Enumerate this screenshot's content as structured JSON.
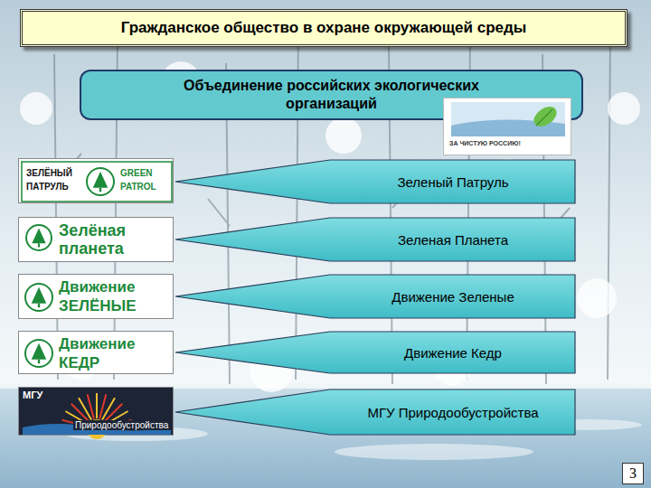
{
  "diagram": {
    "title": "Гражданское общество в охране окружающей среды",
    "nodes": [
      {
        "text": [
          "Объединение российских экологических организаций"
        ]
      },
      {
        "text": [
          "ЗА ЧИСТУЮ РОССИЮ!"
        ]
      },
      {
        "text": [
          "ЗЕЛЁНЫЙ ПАТРУЛЬ",
          "GREEN PATROL"
        ]
      },
      {
        "text": [
          "Зеленый Патруль"
        ]
      },
      {
        "text": [
          "Зелёная планета"
        ]
      },
      {
        "text": [
          "Зеленая Планета"
        ]
      },
      {
        "text": [
          "Движение ЗЕЛЁНЫЕ"
        ]
      },
      {
        "text": [
          "Движение Зеленые"
        ]
      },
      {
        "text": [
          "Движение КЕДР"
        ]
      },
      {
        "text": [
          "Движение Кедр"
        ]
      },
      {
        "text": [
          "МГУ",
          "Природообустройства"
        ]
      },
      {
        "text": [
          "МГУ Природообустройства"
        ]
      }
    ],
    "labels": [
      "3"
    ]
  }
}
